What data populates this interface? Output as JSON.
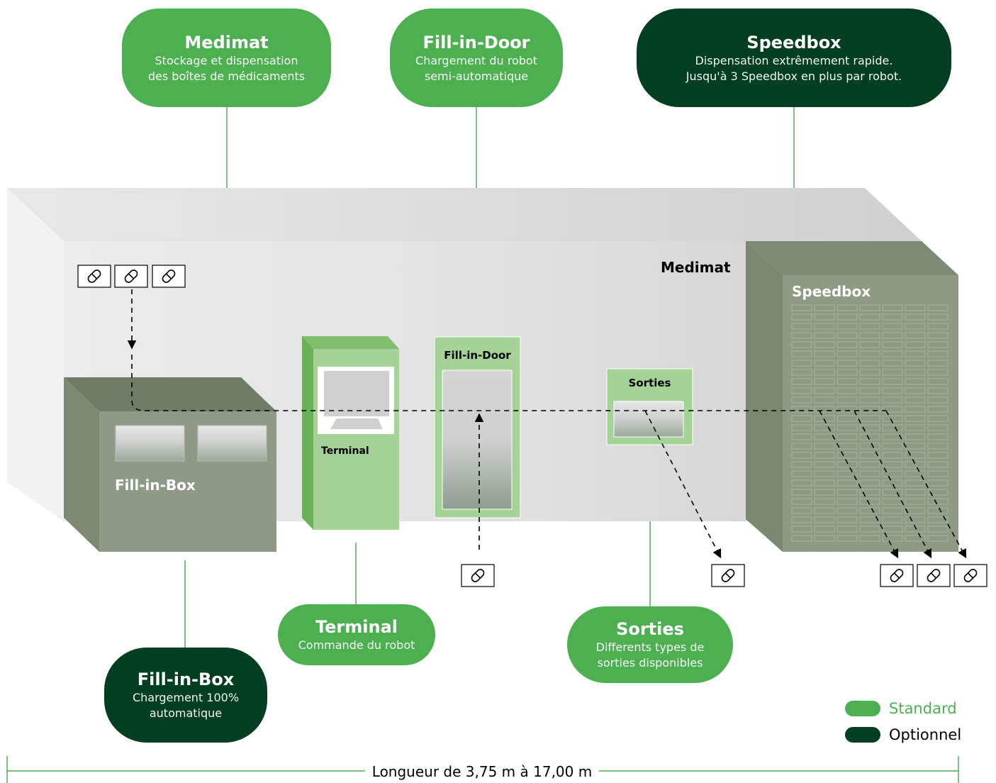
{
  "modules": {
    "medimat": {
      "title": "Medimat",
      "desc_lines": [
        "Stockage et dispensation",
        "des boîtes de médicaments"
      ],
      "variant": "standard"
    },
    "fill_in_door": {
      "title": "Fill-in-Door",
      "desc_lines": [
        "Chargement du robot",
        "semi-automatique"
      ],
      "variant": "standard"
    },
    "speedbox": {
      "title": "Speedbox",
      "desc_lines": [
        "Dispensation extrêmement rapide.",
        "Jusqu'à 3 Speedbox en plus par robot."
      ],
      "variant": "optional"
    },
    "terminal": {
      "title": "Terminal",
      "desc_lines": [
        "Commande du robot"
      ],
      "variant": "standard"
    },
    "sorties": {
      "title": "Sorties",
      "desc_lines": [
        "Differents types de",
        "sorties disponibles"
      ],
      "variant": "standard"
    },
    "fill_in_box": {
      "title": "Fill-in-Box",
      "desc_lines": [
        "Chargement 100%",
        "automatique"
      ],
      "variant": "optional"
    }
  },
  "machine_labels": {
    "medimat": "Medimat",
    "speedbox": "Speedbox",
    "fill_in_door": "Fill-in-Door",
    "sorties": "Sorties",
    "terminal": "Terminal",
    "fill_in_box": "Fill-in-Box"
  },
  "legend": {
    "standard": "Standard",
    "optional": "Optionnel"
  },
  "dimension": "Longueur de 3,75 m à 17,00 m",
  "colors": {
    "standard": "#4caf50",
    "optional": "#023f20",
    "unit_grey": "#8c9a83",
    "terminal_green": "#a5d297",
    "machine_body": "#dcdcdc"
  },
  "icons": {
    "medicine_box": "pill-icon"
  }
}
